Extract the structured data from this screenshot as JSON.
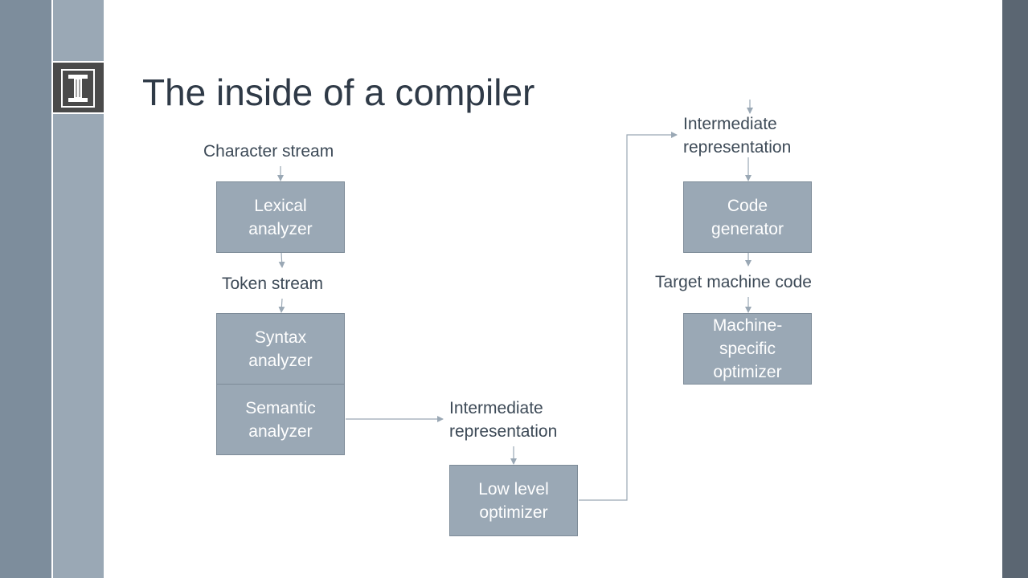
{
  "slide": {
    "title": "The inside of a compiler"
  },
  "labels": {
    "character_stream": "Character stream",
    "token_stream": "Token stream",
    "ir_1": "Intermediate\nrepresentation",
    "ir_2": "Intermediate\nrepresentation",
    "target_code": "Target machine code"
  },
  "boxes": {
    "lexical": "Lexical\nanalyzer",
    "syntax": "Syntax\nanalyzer",
    "semantic": "Semantic\nanalyzer",
    "low_level": "Low level\noptimizer",
    "code_gen": "Code\ngenerator",
    "machine_opt": "Machine-\nspecific\noptimizer"
  },
  "colors": {
    "box_fill": "#9aa8b5",
    "arrow": "#9aa8b5",
    "title_text": "#2f3a47"
  }
}
